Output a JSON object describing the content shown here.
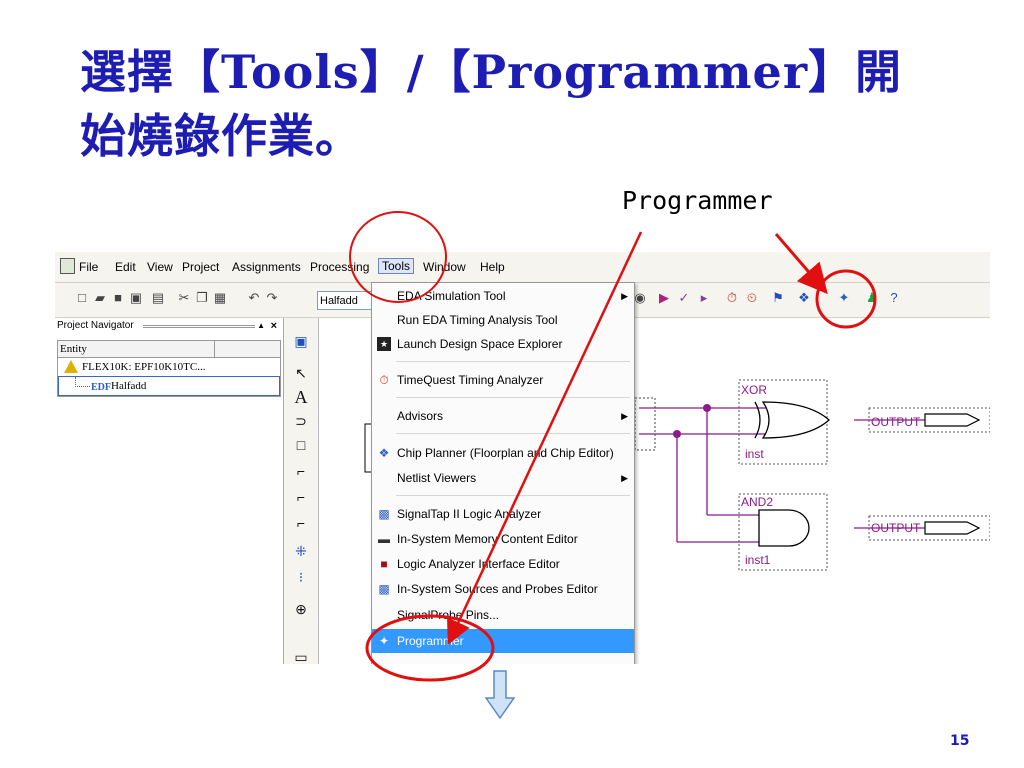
{
  "slide": {
    "title_line1": "選擇【Tools】/【Programmer】開",
    "title_line2": "始燒錄作業。",
    "callout_label": "Programmer",
    "page_number": "15"
  },
  "menubar": {
    "items": [
      "File",
      "Edit",
      "View",
      "Project",
      "Assignments",
      "Processing",
      "Tools",
      "Window",
      "Help"
    ]
  },
  "toolbar": {
    "project_combo_value": "Halfadd"
  },
  "navigator": {
    "title": "Project Navigator",
    "close_glyph": "×",
    "column_header": "Entity",
    "device_row": "FLEX10K: EPF10K10TC...",
    "entity_row": "Halfadd",
    "entity_badge": "EDF"
  },
  "tools_menu": {
    "items": [
      {
        "label": "EDA Simulation Tool",
        "submenu": true
      },
      {
        "label": "Run EDA Timing Analysis Tool"
      },
      {
        "label": "Launch Design Space Explorer"
      },
      {
        "label": "TimeQuest Timing Analyzer"
      },
      {
        "label": "Advisors",
        "submenu": true
      },
      {
        "label": "Chip Planner (Floorplan and Chip Editor)"
      },
      {
        "label": "Netlist Viewers",
        "submenu": true
      },
      {
        "label": "SignalTap II Logic Analyzer"
      },
      {
        "label": "In-System Memory Content Editor"
      },
      {
        "label": "Logic Analyzer Interface Editor"
      },
      {
        "label": "In-System Sources and Probes Editor"
      },
      {
        "label": "SignalProbe Pins..."
      },
      {
        "label": "Programmer",
        "highlighted": true
      }
    ],
    "submenu_glyph": "▶"
  },
  "schematic": {
    "xor_gate_type": "XOR",
    "xor_gate_instance": "inst",
    "and_gate_type": "AND2",
    "and_gate_instance": "inst1",
    "output_pin_1": "OUTPUT",
    "output_pin_2": "OUTPUT"
  },
  "colors": {
    "title": "#1d1db4",
    "annotation": "#e01010",
    "wire": "#8b1a8b",
    "menu_highlight": "#3399ff",
    "arrow_fill": "#cfe3f6",
    "arrow_stroke": "#5a8ac0"
  }
}
